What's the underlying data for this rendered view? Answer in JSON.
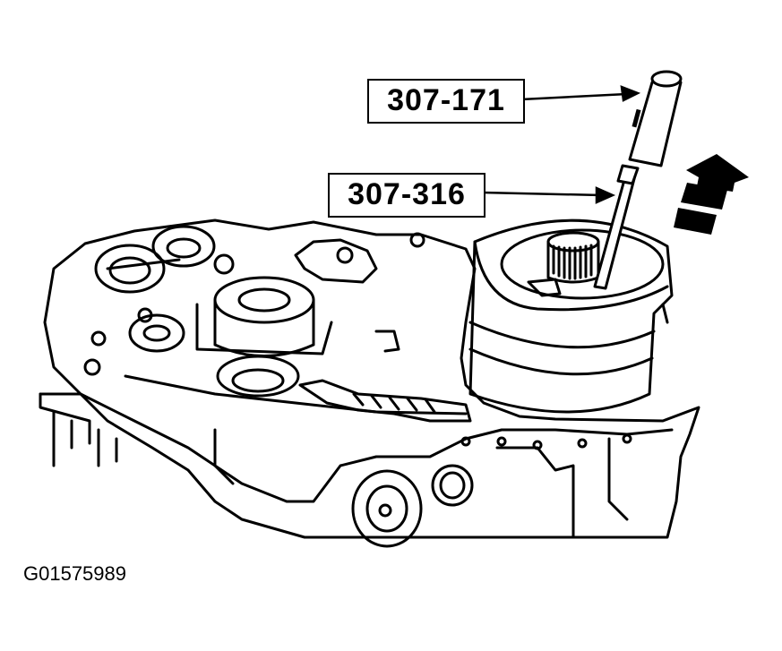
{
  "callouts": {
    "tool_upper": "307-171",
    "tool_lower": "307-316"
  },
  "figure_id": "G01575989",
  "colors": {
    "line": "#000000",
    "background": "#ffffff"
  }
}
